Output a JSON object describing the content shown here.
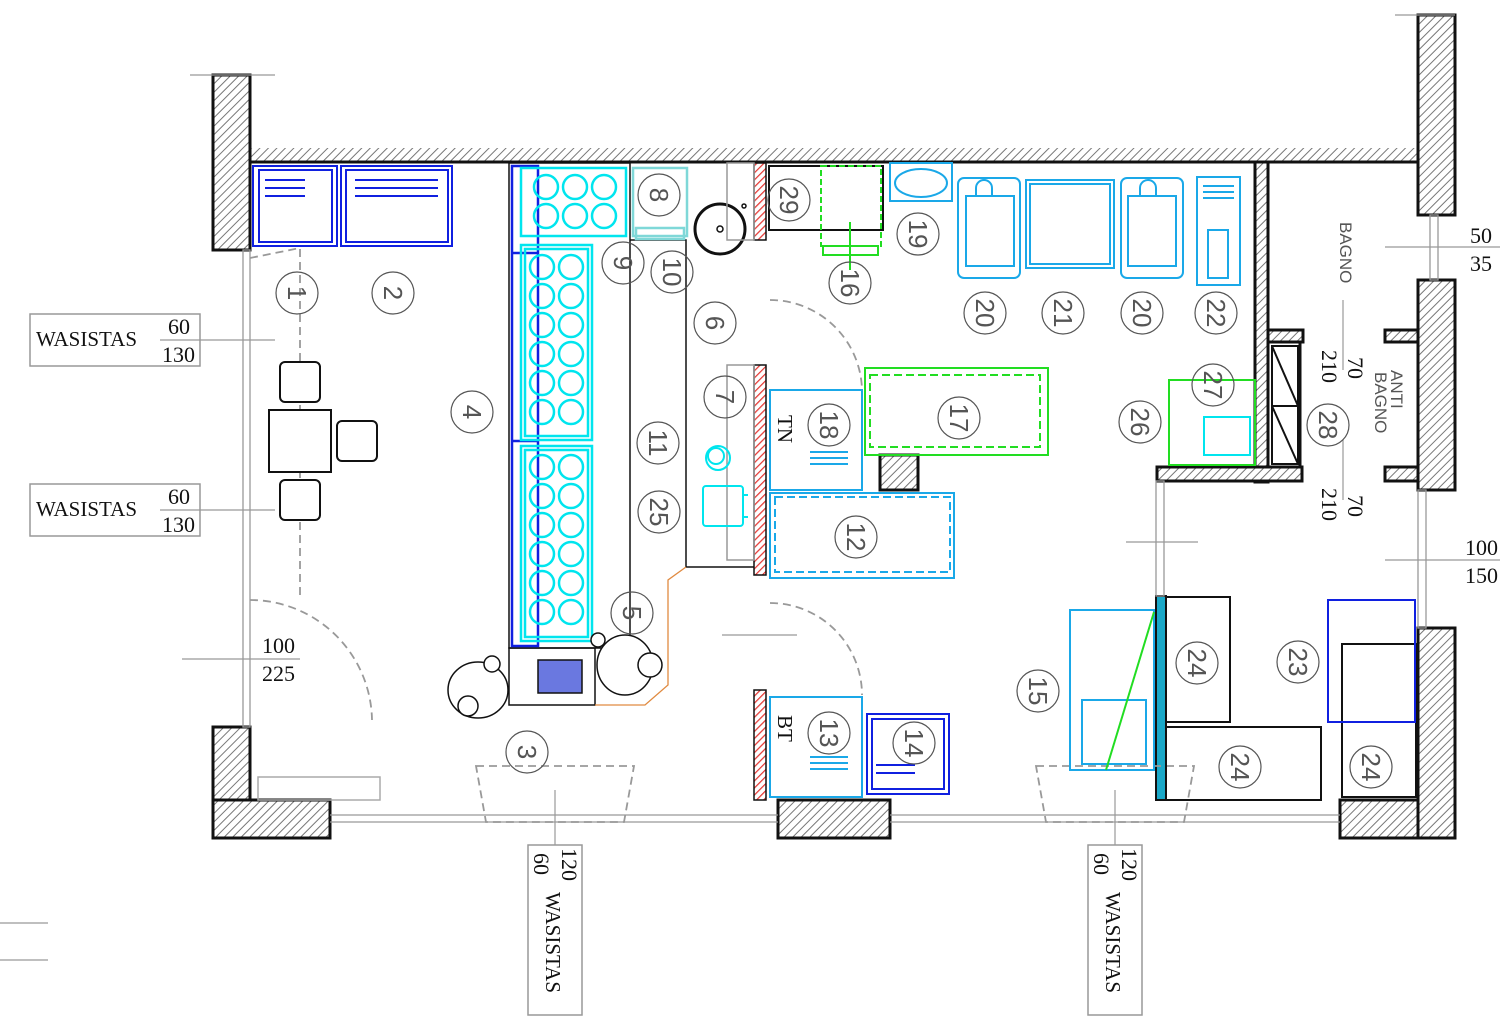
{
  "plan": {
    "markers": [
      "1",
      "2",
      "3",
      "4",
      "5",
      "6",
      "7",
      "8",
      "9",
      "10",
      "11",
      "25",
      "29",
      "16",
      "19",
      "20",
      "21",
      "20",
      "22",
      "17",
      "18",
      "26",
      "27",
      "28",
      "12",
      "13",
      "14",
      "15",
      "24",
      "24",
      "24",
      "23"
    ],
    "windows_left": [
      {
        "label": "WASISTAS",
        "width": "60",
        "height": "130"
      },
      {
        "label": "WASISTAS",
        "width": "60",
        "height": "130"
      }
    ],
    "windows_bottom": [
      {
        "label": "WASISTAS",
        "width": "120",
        "height": "60"
      },
      {
        "label": "WASISTAS",
        "width": "120",
        "height": "60"
      }
    ],
    "door_main": {
      "width": "100",
      "height": "225"
    },
    "window_bagno": {
      "width": "50",
      "height": "35"
    },
    "window_right": {
      "width": "100",
      "height": "150"
    },
    "door_antibagno_1": {
      "width": "70",
      "height": "210"
    },
    "door_antibagno_2": {
      "width": "70",
      "height": "210"
    },
    "rooms": {
      "bagno": "BAGNO",
      "antibagno_1": "ANTI",
      "antibagno_2": "BAGNO"
    },
    "tags": {
      "tn": "TN",
      "bt": "BT"
    }
  },
  "colors": {
    "wall": "#111111",
    "fire_wall": "#e53935",
    "cyan": "#00e5ee",
    "blue": "#1020e0",
    "green": "#22dd22",
    "lightblue": "#1aa8e8"
  }
}
